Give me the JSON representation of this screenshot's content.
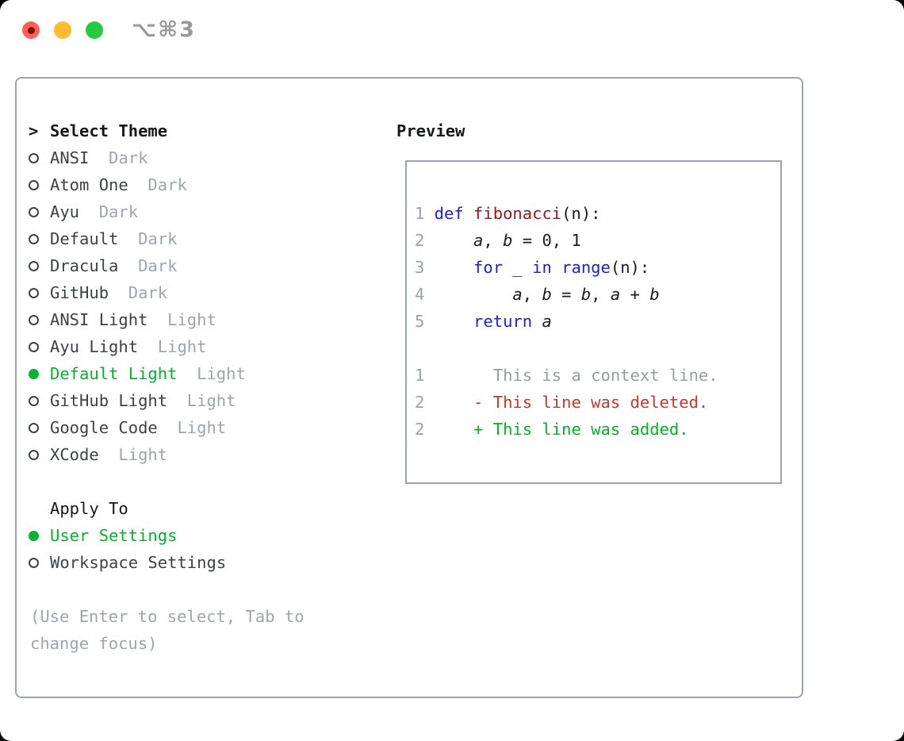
{
  "titlebar": {
    "shortcut": "⌥⌘3",
    "traffic_lights": [
      {
        "name": "close",
        "color": "#ff5f57",
        "active_dot": true
      },
      {
        "name": "minimize",
        "color": "#febc2e",
        "active_dot": false
      },
      {
        "name": "zoom",
        "color": "#28c840",
        "active_dot": false
      }
    ]
  },
  "theme_list": {
    "title": "Select Theme",
    "cursor": ">",
    "items": [
      {
        "name": "ANSI",
        "tag": "Dark",
        "selected": false
      },
      {
        "name": "Atom One",
        "tag": "Dark",
        "selected": false
      },
      {
        "name": "Ayu",
        "tag": "Dark",
        "selected": false
      },
      {
        "name": "Default",
        "tag": "Dark",
        "selected": false
      },
      {
        "name": "Dracula",
        "tag": "Dark",
        "selected": false
      },
      {
        "name": "GitHub",
        "tag": "Dark",
        "selected": false
      },
      {
        "name": "ANSI Light",
        "tag": "Light",
        "selected": false
      },
      {
        "name": "Ayu Light",
        "tag": "Light",
        "selected": false
      },
      {
        "name": "Default Light",
        "tag": "Light",
        "selected": true
      },
      {
        "name": "GitHub Light",
        "tag": "Light",
        "selected": false
      },
      {
        "name": "Google Code",
        "tag": "Light",
        "selected": false
      },
      {
        "name": "XCode",
        "tag": "Light",
        "selected": false
      }
    ]
  },
  "apply_to": {
    "title": "Apply To",
    "options": [
      {
        "label": "User Settings",
        "selected": true
      },
      {
        "label": "Workspace Settings",
        "selected": false
      }
    ]
  },
  "help_text": "(Use Enter to select, Tab to change focus)",
  "preview": {
    "title": "Preview",
    "lines": [
      {
        "num": "1",
        "tokens": [
          [
            "def",
            "kw"
          ],
          [
            " ",
            "pl"
          ],
          [
            "fibonacci",
            "fn"
          ],
          [
            "(n):",
            "pl"
          ]
        ]
      },
      {
        "num": "2",
        "tokens": [
          [
            "    ",
            "pl"
          ],
          [
            "a",
            "va"
          ],
          [
            ", ",
            "pl"
          ],
          [
            "b",
            "va"
          ],
          [
            " = 0, 1",
            "pl"
          ]
        ]
      },
      {
        "num": "3",
        "tokens": [
          [
            "    ",
            "pl"
          ],
          [
            "for",
            "kw"
          ],
          [
            " _ ",
            "pl"
          ],
          [
            "in",
            "kw"
          ],
          [
            " ",
            "pl"
          ],
          [
            "range",
            "kw"
          ],
          [
            "(n):",
            "pl"
          ]
        ]
      },
      {
        "num": "4",
        "tokens": [
          [
            "        ",
            "pl"
          ],
          [
            "a",
            "va"
          ],
          [
            ", ",
            "pl"
          ],
          [
            "b",
            "va"
          ],
          [
            " = ",
            "pl"
          ],
          [
            "b",
            "va"
          ],
          [
            ", ",
            "pl"
          ],
          [
            "a",
            "va"
          ],
          [
            " + ",
            "pl"
          ],
          [
            "b",
            "va"
          ]
        ]
      },
      {
        "num": "5",
        "tokens": [
          [
            "    ",
            "pl"
          ],
          [
            "return",
            "kw"
          ],
          [
            " ",
            "pl"
          ],
          [
            "a",
            "va"
          ]
        ]
      },
      {
        "num": "",
        "tokens": []
      },
      {
        "num": "1",
        "tokens": [
          [
            "      This is a context line.",
            "ctx"
          ]
        ]
      },
      {
        "num": "2",
        "tokens": [
          [
            "    - This line was deleted.",
            "del"
          ]
        ]
      },
      {
        "num": "2",
        "tokens": [
          [
            "    + This line was added.",
            "add"
          ]
        ]
      }
    ]
  },
  "colors": {
    "accent_green": "#00b42e",
    "keyword_blue": "#1d1df0",
    "function_red": "#a31515",
    "deleted_red": "#c23b2b",
    "added_green": "#00b424",
    "muted_gray": "#9ca6b2",
    "panel_border": "#9aa5b2"
  }
}
